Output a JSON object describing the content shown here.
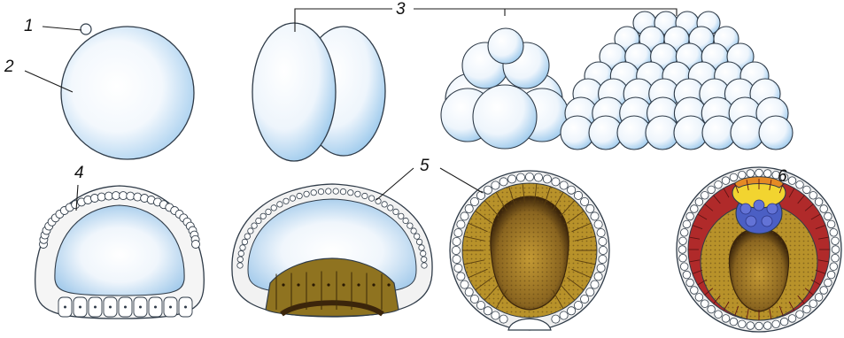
{
  "labels": {
    "l1": "1",
    "l2": "2",
    "l3": "3",
    "l4": "4",
    "l5": "5",
    "l6": "6"
  },
  "colors": {
    "cell_fill": "#eaf3fb",
    "cell_blue": "#9cc9ec",
    "outline": "#2f3b48",
    "yolk_gold": "#b8922a",
    "yolk_dark": "#3b250b",
    "endoderm_brown": "#8b6518",
    "mesoderm_red": "#b02a2a",
    "neural_blue": "#4b5fc4",
    "neural_yellow": "#f2d430",
    "neural_orange": "#e58a24"
  }
}
